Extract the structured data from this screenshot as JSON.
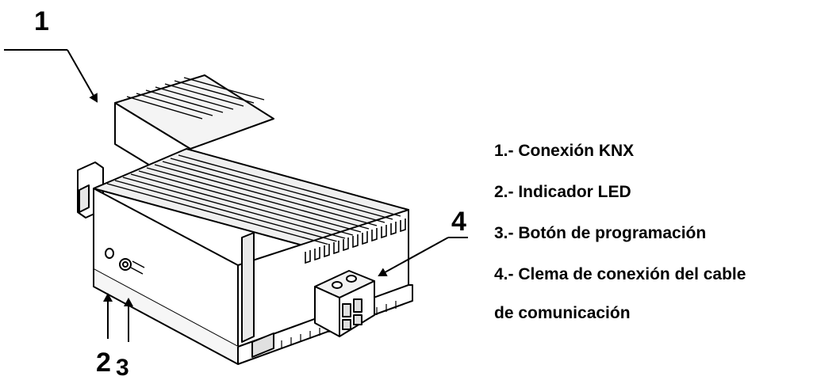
{
  "callouts": {
    "n1": "1",
    "n2": "2",
    "n3": "3",
    "n4": "4"
  },
  "legend": {
    "item1": "1.- Conexión KNX",
    "item2": "2.- Indicador LED",
    "item3": "3.- Botón de programación",
    "item4_line1": "4.- Clema de conexión del cable",
    "item4_line2": "de comunicación"
  },
  "colors": {
    "ink": "#000000",
    "body_fill": "#ffffff",
    "shade": "#d8d8d8"
  }
}
